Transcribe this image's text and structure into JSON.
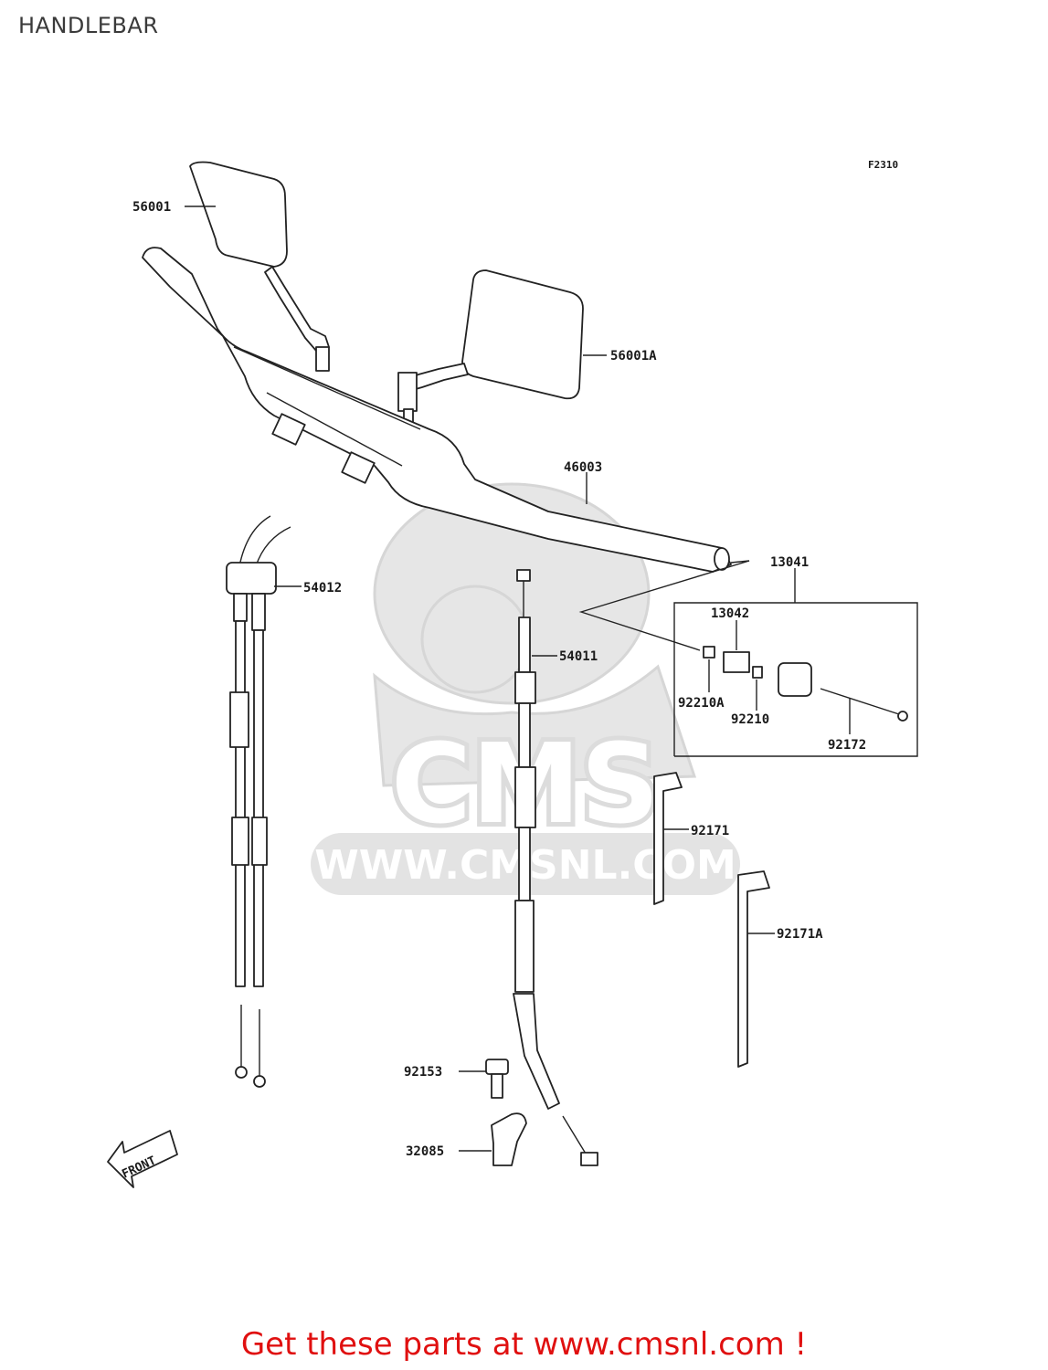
{
  "title": "HANDLEBAR",
  "figure_code": "F2310",
  "watermark": {
    "url": "WWW.CMSNL.COM",
    "logo_text": "CMS"
  },
  "front_label": "FRONT",
  "parts": {
    "mirror_left": "56001",
    "mirror_right": "56001A",
    "handlebar": "46003",
    "throttle_cable": "54012",
    "clutch_cable": "54011",
    "weight_assy": "13041",
    "weight": "13042",
    "collar_a": "92210A",
    "collar": "92210",
    "screw": "92172",
    "band": "92171",
    "band_a": "92171A",
    "bolt": "92153",
    "clamp": "32085"
  },
  "footer": "Get these parts at www.cmsnl.com !",
  "colors": {
    "footer": "#e01010",
    "line": "#222222",
    "watermark": "#e6e6e6"
  }
}
